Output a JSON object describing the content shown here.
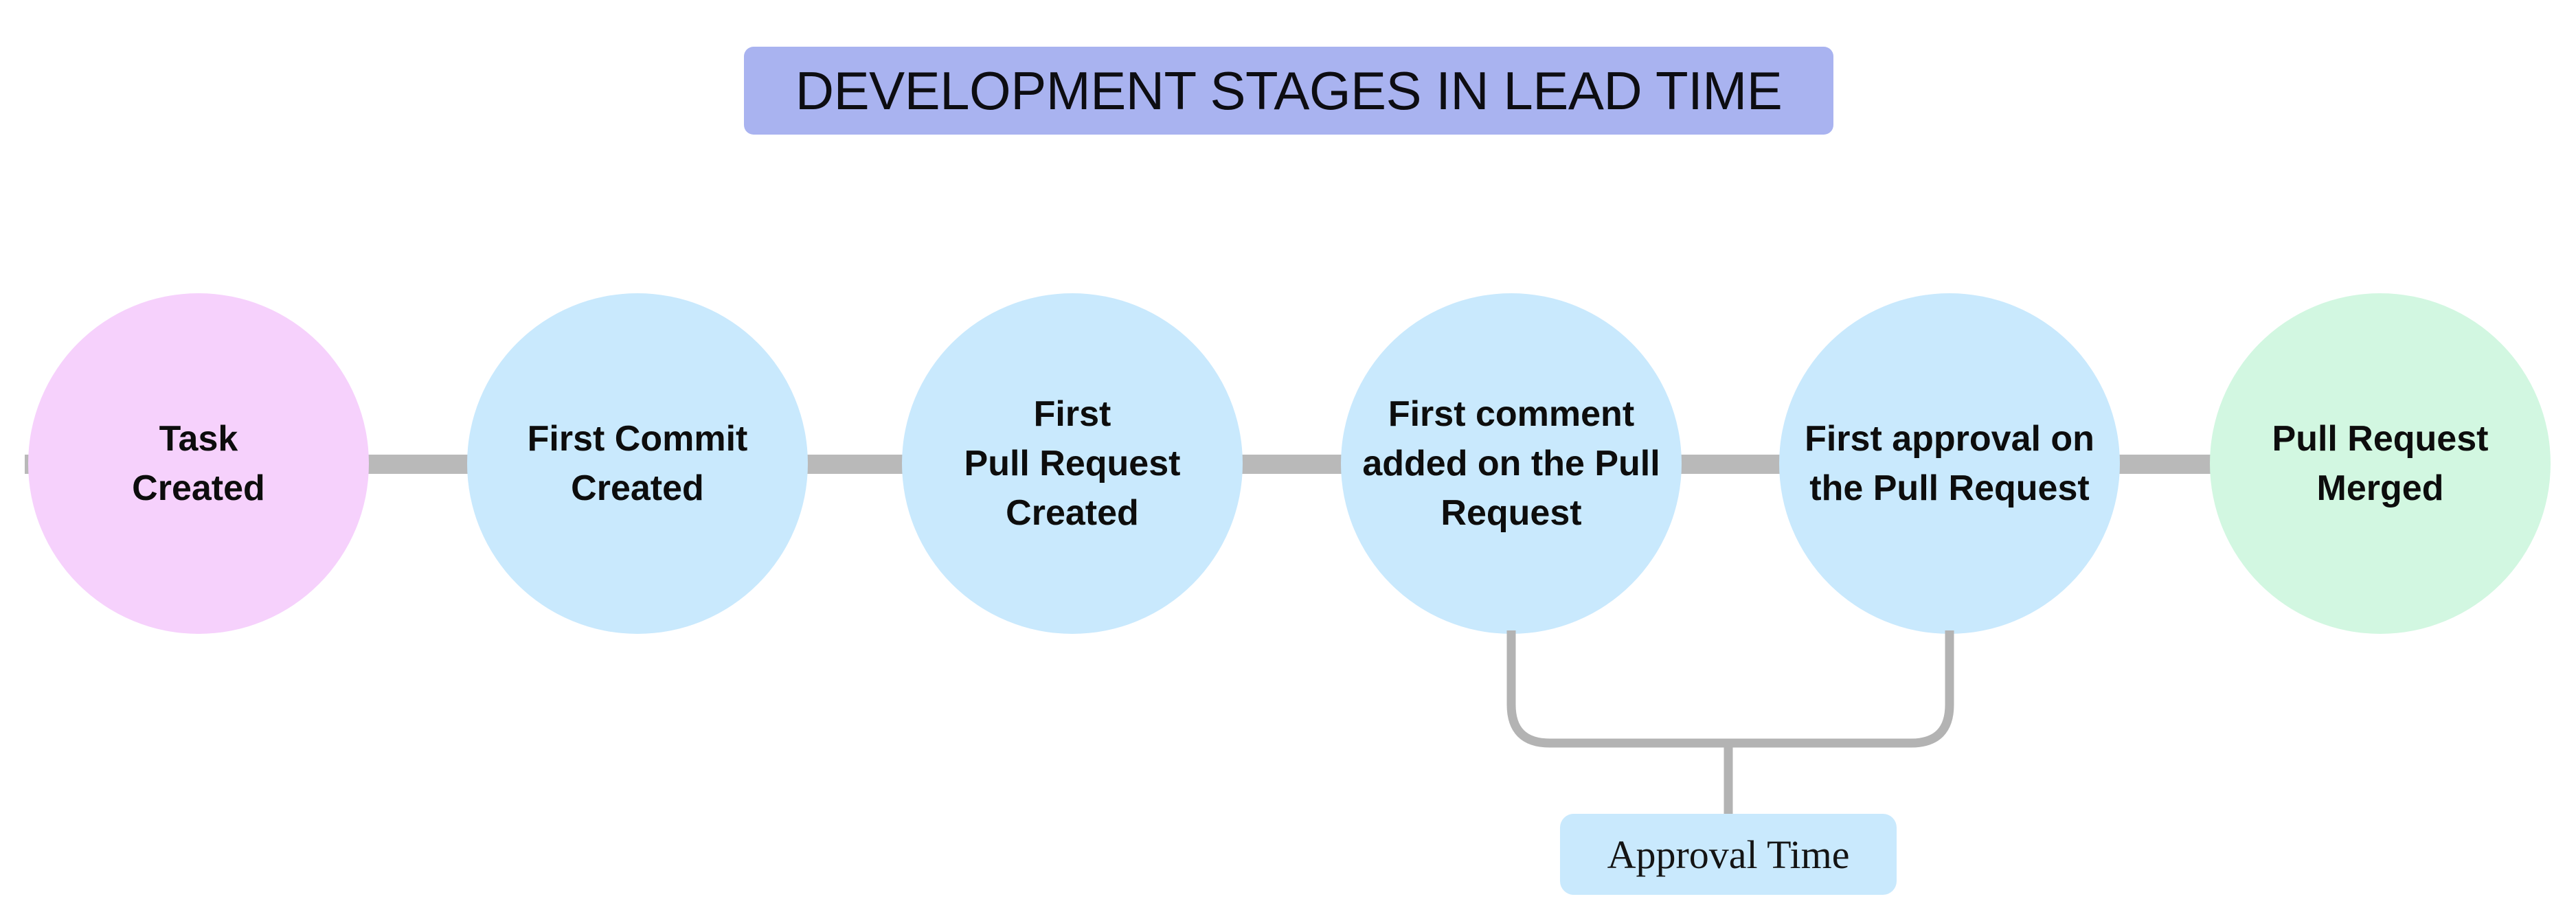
{
  "title": {
    "text": "DEVELOPMENT STAGES IN LEAD TIME"
  },
  "colors": {
    "background": "#ffffff",
    "title_bg": "#a9b3f0",
    "title_text": "#0d0d12",
    "connector": "#b9b9b9",
    "bracket_line": "#b3b3b3",
    "circle_text": "#0d0d0d",
    "stage_pink": "#f6d1fc",
    "stage_blue": "#c9e9fd",
    "stage_green": "#d2f7e1",
    "approval_bg": "#c9e9fd"
  },
  "stages": [
    {
      "label": "Task\nCreated",
      "color": "#f6d1fc"
    },
    {
      "label": "First Commit\nCreated",
      "color": "#c9e9fd"
    },
    {
      "label": "First\nPull Request\nCreated",
      "color": "#c9e9fd"
    },
    {
      "label": "First comment\nadded on the Pull\nRequest",
      "color": "#c9e9fd"
    },
    {
      "label": "First approval on\nthe Pull Request",
      "color": "#c9e9fd"
    },
    {
      "label": "Pull Request\nMerged",
      "color": "#d2f7e1"
    }
  ],
  "bracket": {
    "label": "Approval Time"
  }
}
